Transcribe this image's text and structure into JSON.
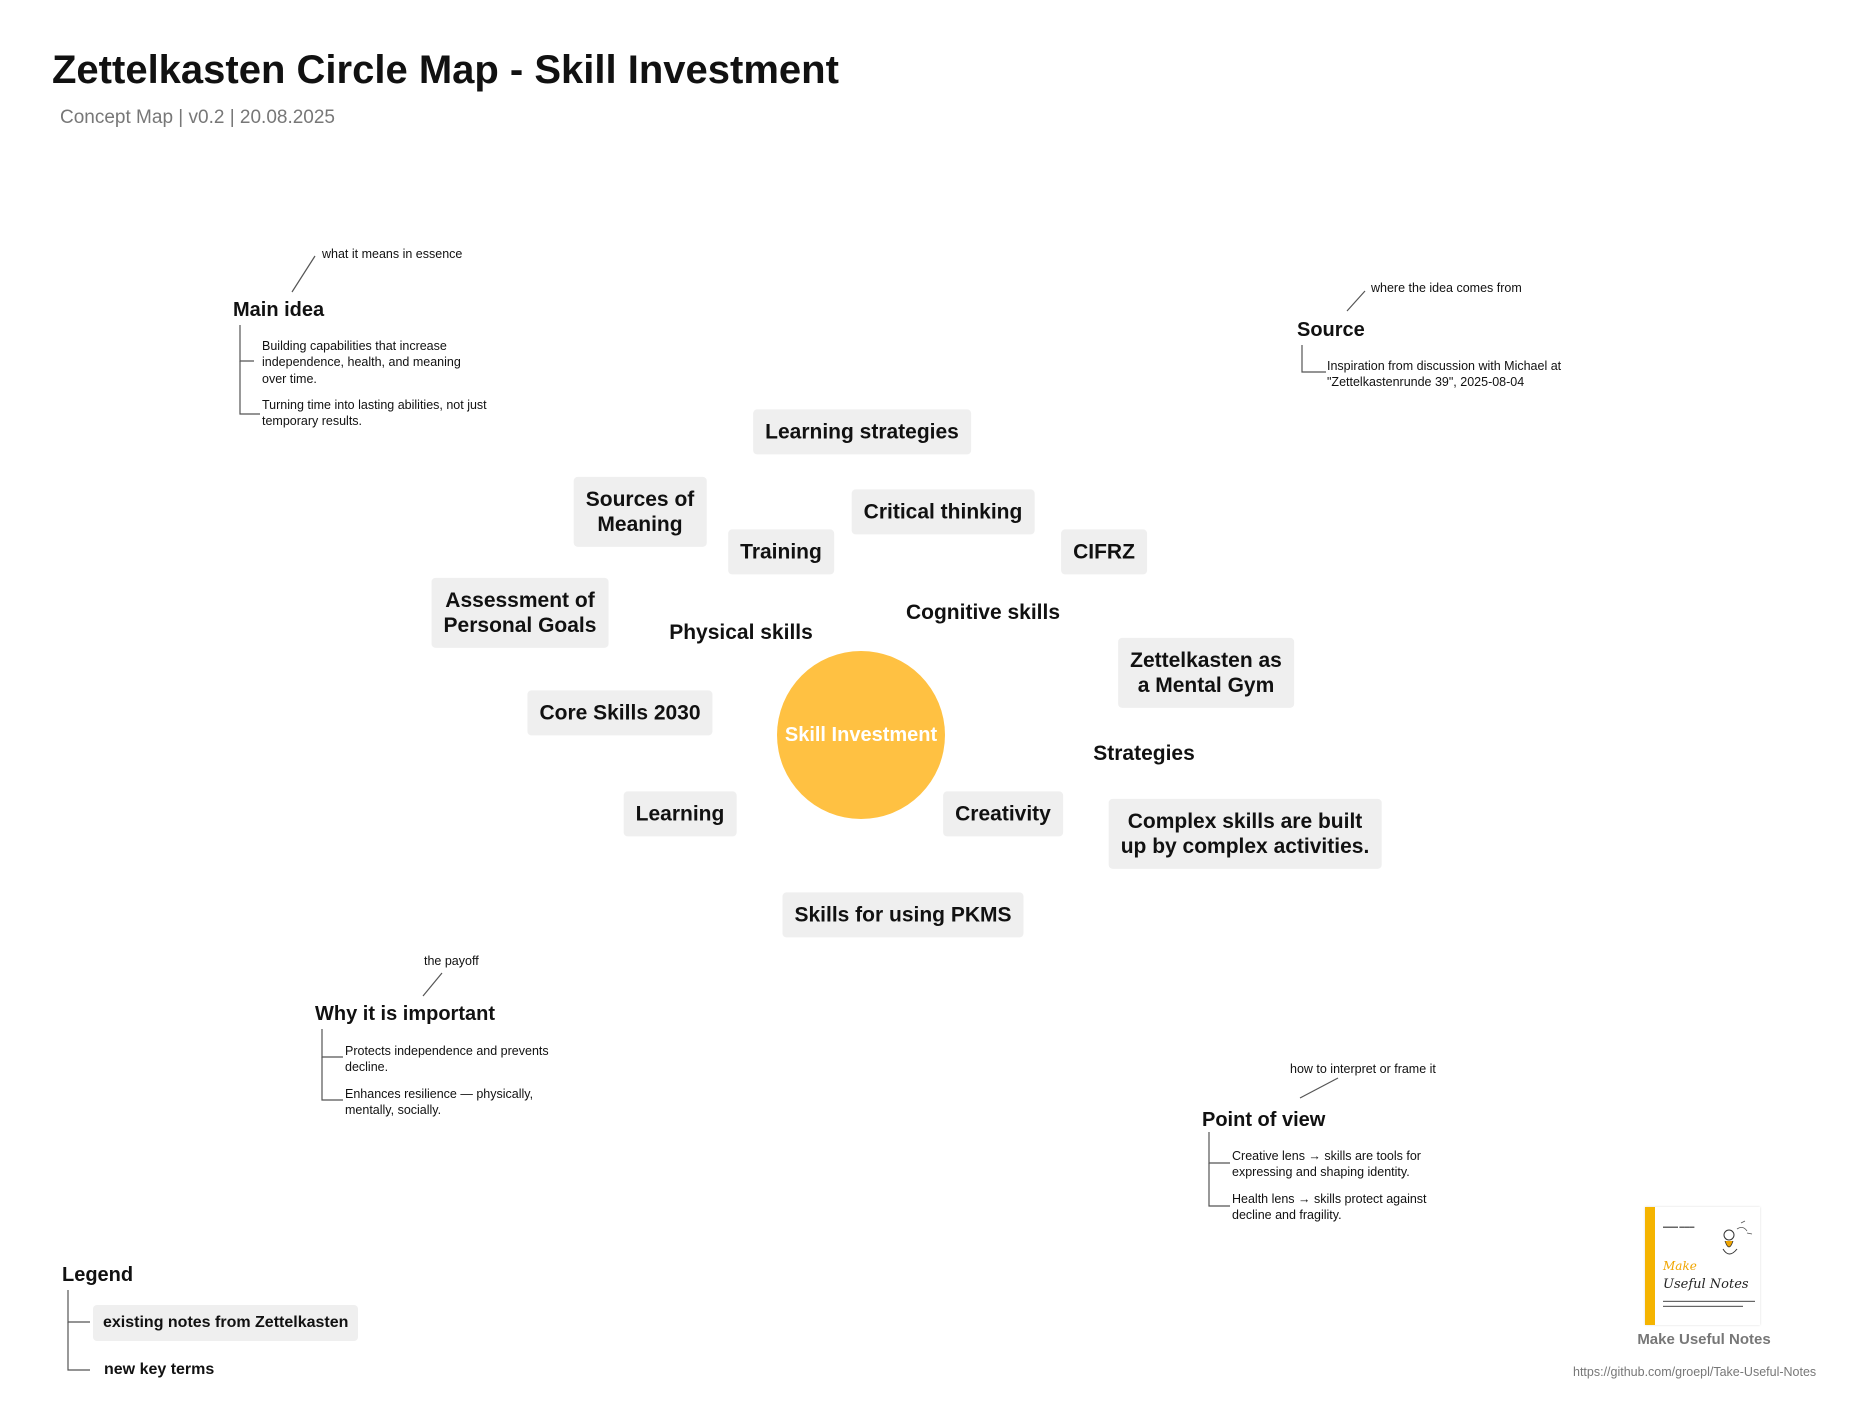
{
  "header": {
    "title": "Zettelkasten Circle Map - Skill Investment",
    "subtitle": "Concept Map | v0.2 | 20.08.2025"
  },
  "center": {
    "label": "Skill Investment",
    "color": "#ffc142"
  },
  "notes": {
    "learning_strategies": "Learning strategies",
    "sources_of_meaning": "Sources of\nMeaning",
    "critical_thinking": "Critical thinking",
    "training": "Training",
    "cifrz": "CIFRZ",
    "assessment_goals": "Assessment of\nPersonal Goals",
    "mental_gym": "Zettelkasten as\na Mental Gym",
    "core_skills": "Core Skills 2030",
    "learning": "Learning",
    "creativity": "Creativity",
    "complex_skills": "Complex skills are built\nup by complex activities.",
    "pkms_skills": "Skills for using PKMS"
  },
  "terms": {
    "physical_skills": "Physical skills",
    "cognitive_skills": "Cognitive skills",
    "strategies": "Strategies"
  },
  "main_idea": {
    "annotation": "what it means in essence",
    "title": "Main idea",
    "items": [
      "Building capabilities that increase independence, health, and meaning over time.",
      "Turning time into lasting abilities, not just temporary results."
    ]
  },
  "source": {
    "annotation": "where the idea comes from",
    "title": "Source",
    "items": [
      "Inspiration from discussion with Michael at \"Zettelkastenrunde 39\", 2025-08-04"
    ]
  },
  "why_important": {
    "annotation": "the payoff",
    "title": "Why it is important",
    "items": [
      "Protects independence and prevents decline.",
      "Enhances resilience — physically, mentally, socially."
    ]
  },
  "point_of_view": {
    "annotation": "how to interpret or frame it",
    "title": "Point of view",
    "items": [
      "Creative lens → skills are tools for expressing and shaping identity.",
      "Health lens → skills protect against decline and fragility."
    ]
  },
  "legend": {
    "title": "Legend",
    "existing": "existing notes from Zettelkasten",
    "new_terms": "new key terms"
  },
  "book": {
    "make": "Make",
    "useful_notes": "Useful Notes",
    "caption": "Make Useful Notes"
  },
  "footer": {
    "url": "https://github.com/groepl/Take-Useful-Notes"
  }
}
